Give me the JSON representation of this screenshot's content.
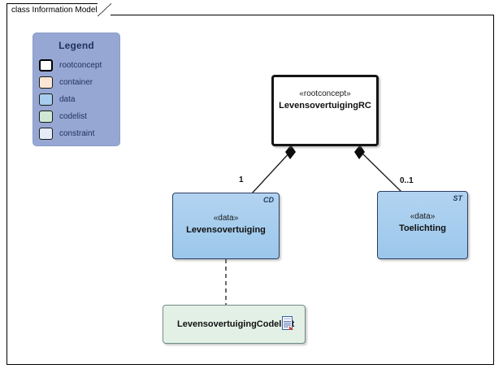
{
  "diagram": {
    "frame_label": "class Information Model",
    "legend": {
      "title": "Legend",
      "items": [
        {
          "label": "rootconcept",
          "color": "#ffffff"
        },
        {
          "label": "container",
          "color": "#fae6d4"
        },
        {
          "label": "data",
          "color": "#a6cdee"
        },
        {
          "label": "codelist",
          "color": "#cfe8d5"
        },
        {
          "label": "constraint",
          "color": "#e6ebf8"
        }
      ],
      "panel_color": "#97a7d3"
    },
    "classes": {
      "root": {
        "stereotype": "«rootconcept»",
        "name": "LevensovertuigingRC",
        "corner": "",
        "fill": "#ffffff"
      },
      "left": {
        "stereotype": "«data»",
        "name": "Levensovertuiging",
        "corner": "CD",
        "fill": "#a6cdee"
      },
      "right": {
        "stereotype": "«data»",
        "name": "Toelichting",
        "corner": "ST",
        "fill": "#a6cdee"
      },
      "codelist": {
        "name": "LevensovertuigingCodelijst",
        "icon": "document-icon",
        "fill": "#e3f0e6"
      }
    },
    "connectors": {
      "left_multiplicity": "1",
      "right_multiplicity": "0..1",
      "root_to_left_type": "composition",
      "root_to_right_type": "composition",
      "left_to_codelist_type": "dependency"
    }
  }
}
